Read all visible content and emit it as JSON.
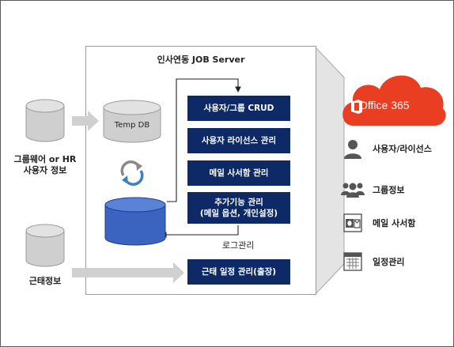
{
  "server": {
    "title": "인사연동 JOB Server"
  },
  "temp_db": {
    "label": "Temp DB"
  },
  "left": {
    "groupware_label_1": "그룹웨어 or HR",
    "groupware_label_2": "사용자 정보",
    "attendance_label": "근태정보"
  },
  "functions": [
    {
      "label": "사용자/그룹 CRUD"
    },
    {
      "label": "사용자 라이선스 관리"
    },
    {
      "label": "메일 사서함 관리"
    },
    {
      "label_1": "추가기능 관리",
      "label_2": "(메일 옵션, 개인설정)"
    }
  ],
  "log_label": "로그관리",
  "attendance_function": {
    "label": "근태 일정 관리(출장)"
  },
  "office365": {
    "label": "Office 365"
  },
  "legend": [
    {
      "icon": "user-icon",
      "label": "사용자/라이선스"
    },
    {
      "icon": "group-icon",
      "label": "그룹정보"
    },
    {
      "icon": "outlook-mailbox-icon",
      "label": "메일 사서함"
    },
    {
      "icon": "calendar-icon",
      "label": "일정관리"
    }
  ],
  "colors": {
    "function_box": "#0e2a66",
    "database_blue": "#3a64c0",
    "database_gray": "#cfcfcf",
    "office365_orange": "#ea3e23",
    "arrow_gray": "#cfcfcf",
    "sync_blue": "#3a7fc8"
  }
}
